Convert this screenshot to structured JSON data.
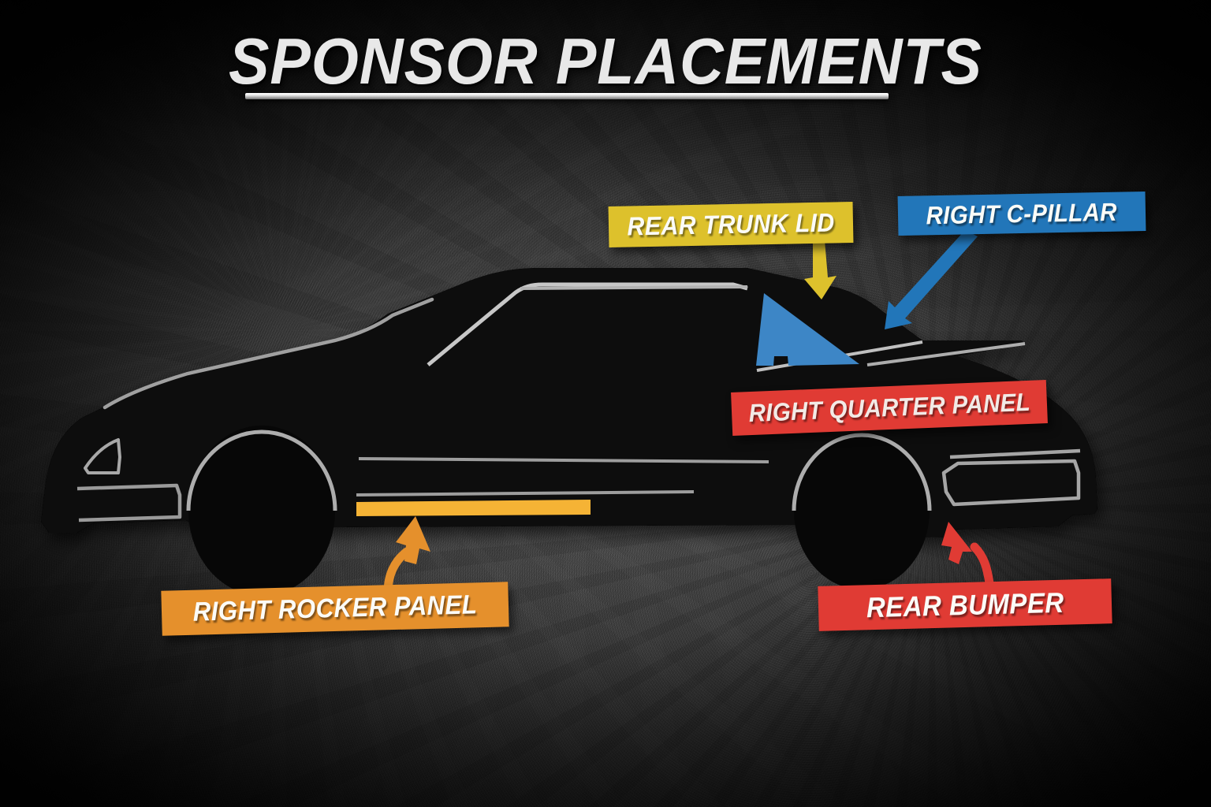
{
  "header": {
    "title": "SPONSOR PLACEMENTS",
    "rule_color": "#ffffff"
  },
  "diagram": {
    "subject": "race-car-side-profile-silhouette",
    "body_color": "#070707",
    "outline_color": "#9a9a9a",
    "background_color": "#4a4a4a"
  },
  "callouts": [
    {
      "id": "rear-trunk-lid",
      "label": "REAR TRUNK LID",
      "color": "#ddc12c",
      "text_color": "#fbfbf7",
      "connector": "straight-arrow-down",
      "target": "trunk lid"
    },
    {
      "id": "right-c-pillar",
      "label": "RIGHT C-PILLAR",
      "color": "#2276b9",
      "text_color": "#fbfbf7",
      "connector": "straight-arrow-down-left",
      "target": "c-pillar"
    },
    {
      "id": "right-quarter-panel",
      "label": "RIGHT QUARTER PANEL",
      "color": "#e03b34",
      "text_color": "#f2eae6",
      "connector": "none",
      "target": "quarter panel"
    },
    {
      "id": "right-rocker-panel",
      "label": "RIGHT ROCKER PANEL",
      "color": "#e5902c",
      "text_color": "#fbfbf7",
      "connector": "curved-arrow-up",
      "target": "rocker panel"
    },
    {
      "id": "rear-bumper",
      "label": "REAR BUMPER",
      "color": "#e03b34",
      "text_color": "#fbfbf7",
      "connector": "curved-arrow-up-left",
      "target": "rear bumper"
    }
  ],
  "highlights": [
    {
      "id": "c-pillar-highlight",
      "shape": "triangle",
      "color": "#3d86c6"
    },
    {
      "id": "rocker-panel-highlight",
      "shape": "bar",
      "color": "#f5b335"
    }
  ]
}
